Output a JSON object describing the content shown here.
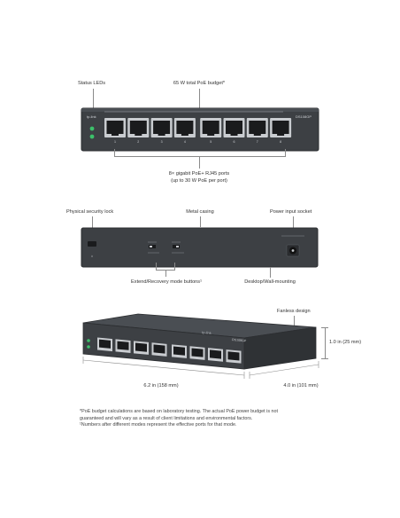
{
  "front_view": {
    "status_leds_label": "Status LEDs",
    "poe_budget_label": "65 W total PoE budget*",
    "ports_label_line1": "8× gigabit PoE+ RJ45 ports",
    "ports_label_line2": "(up to 30 W PoE per port)",
    "model_label": "DS108GP",
    "brand": "tp-link",
    "port_numbers": [
      "1",
      "2",
      "3",
      "4",
      "5",
      "6",
      "7",
      "8"
    ]
  },
  "rear_view": {
    "security_lock_label": "Physical security lock",
    "metal_casing_label": "Metal casing",
    "power_input_label": "Power input socket",
    "mode_buttons_label": "Extend/Recovery mode buttons¹",
    "mounting_label": "Desktop/Wall-mounting"
  },
  "angled_view": {
    "fanless_label": "Fanless design",
    "height_label": "1.0 in (25 mm)",
    "width_label": "6.2 in (158 mm)",
    "depth_label": "4.0 in (101 mm)",
    "model_label": "DS108GP"
  },
  "footnotes": {
    "line1": "*PoE budget calculations are based on laboratory testing. The actual PoE power budget is not",
    "line2": "guaranteed and will vary as a result of client limitations and environmental factors.",
    "line3": "¹Numbers after different modes represent the effective ports for that mode."
  },
  "colors": {
    "chassis": "#3d4044",
    "chassis_edge": "#2c2e31",
    "port_well": "#1a1b1d",
    "port_metal": "#c9ccd0",
    "led_green": "#3cc06a",
    "leader_line": "#8a8a8a"
  }
}
